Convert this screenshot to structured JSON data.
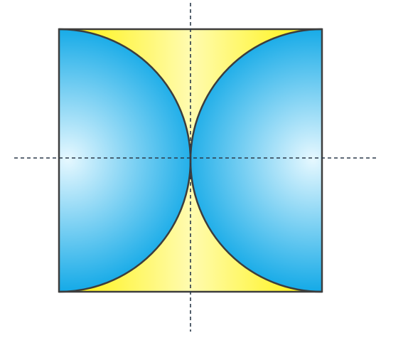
{
  "figure": {
    "shapes": [
      "square",
      "left-semicircle",
      "right-semicircle"
    ],
    "axes": [
      "vertical-symmetry-axis",
      "horizontal-symmetry-axis"
    ]
  },
  "colors": {
    "square_fill_edge": "#fff200",
    "square_fill_center": "#fffbb0",
    "semicircle_fill_edge": "#0aa6e6",
    "semicircle_fill_center": "#e6f8ff",
    "outline": "#3d3d3d",
    "axis": "#2b3a4a",
    "background": "#ffffff"
  }
}
